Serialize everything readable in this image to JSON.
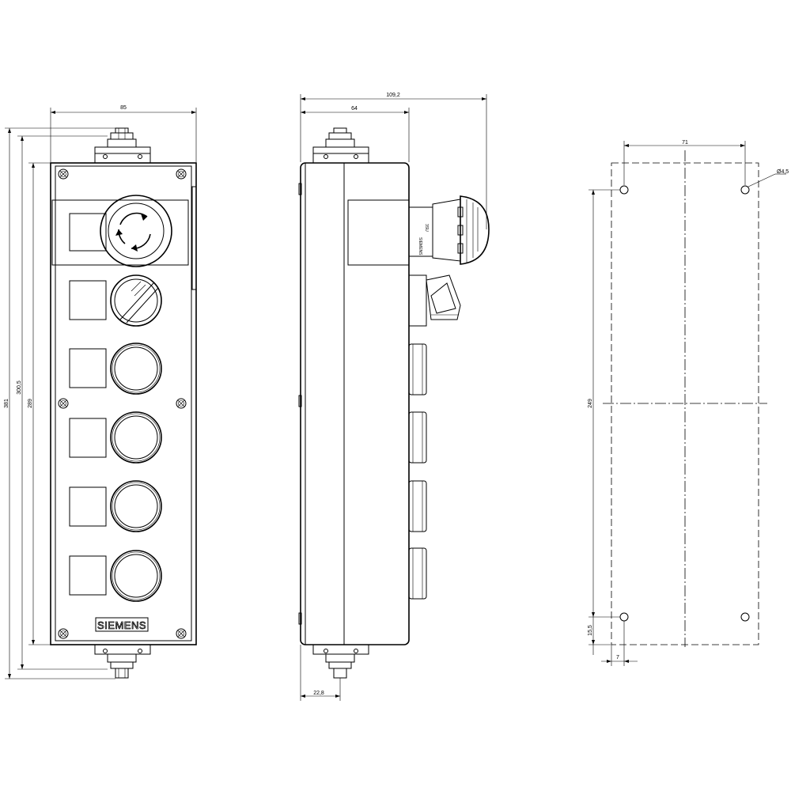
{
  "front_view": {
    "width_label": "85",
    "overall_height_label": "381",
    "height_label_2": "300,5",
    "height_label_3": "289",
    "brand_label": "SIEMENS"
  },
  "side_view": {
    "depth_overall_label": "109,2",
    "depth_label": "64",
    "connector_offset_label": "22,8",
    "estop_brand_label": "SIEMENS",
    "estop_model_label": "3SU"
  },
  "drilling_template": {
    "hole_spacing_horizontal_label": "71",
    "hole_diameter_label": "Ø4,5",
    "hole_spacing_vertical_label": "249",
    "bottom_offset_label": "15,5",
    "side_offset_label": "7"
  },
  "icons": [
    "emergency-stop-icon",
    "selector-switch-icon",
    "pushbutton-icon",
    "m12-connector-icon",
    "screw-icon"
  ]
}
